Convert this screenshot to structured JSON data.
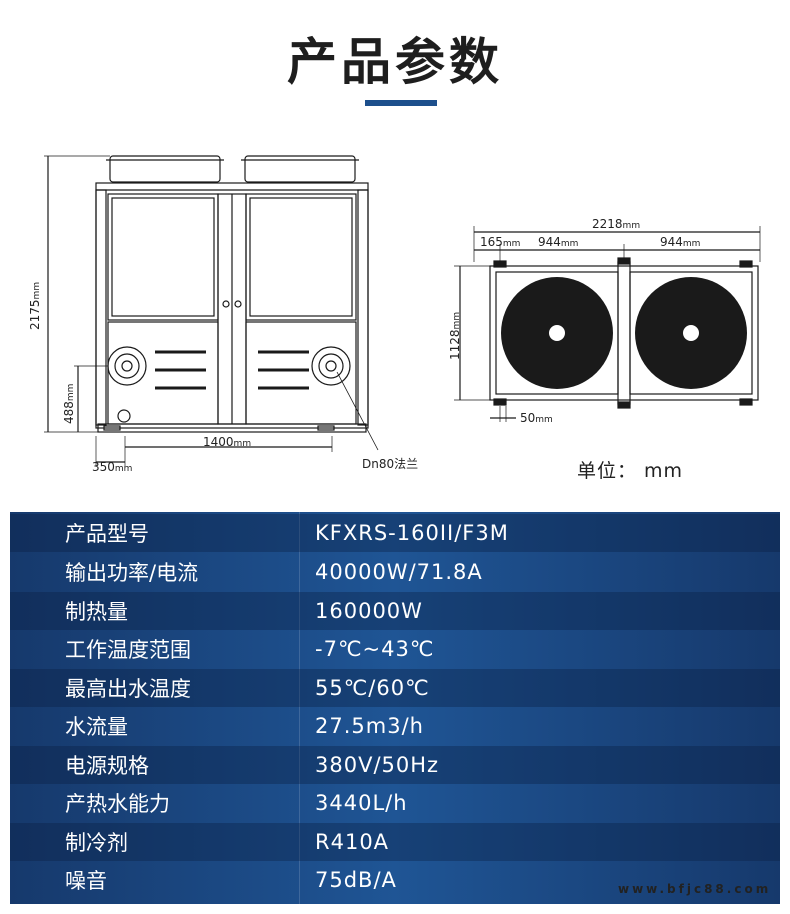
{
  "title": "产品参数",
  "dimensions": {
    "front_height": "2175",
    "front_bottom_height": "488",
    "front_width_inner": "1400",
    "front_offset": "350",
    "flange": "Dn80法兰",
    "top_total_width": "2218",
    "top_offset": "165",
    "top_fan_width_1": "944",
    "top_fan_width_2": "944",
    "top_depth": "1128",
    "top_foot": "50",
    "unit_suffix": "mm"
  },
  "unit_label": "单位： mm",
  "specs": [
    {
      "label": "产品型号",
      "value": "KFXRS-160II/F3M"
    },
    {
      "label": "输出功率/电流",
      "value": "40000W/71.8A"
    },
    {
      "label": "制热量",
      "value": "160000W"
    },
    {
      "label": "工作温度范围",
      "value": "-7℃~43℃"
    },
    {
      "label": "最高出水温度",
      "value": "55℃/60℃"
    },
    {
      "label": "水流量",
      "value": "27.5m3/h"
    },
    {
      "label": "电源规格",
      "value": "380V/50Hz"
    },
    {
      "label": "产热水能力",
      "value": "3440L/h"
    },
    {
      "label": "制冷剂",
      "value": "R410A"
    },
    {
      "label": "噪音",
      "value": "75dB/A"
    }
  ],
  "watermark": "www.bfjc88.com",
  "colors": {
    "table_blue": "#1f5595",
    "title_bar": "#1d4f8c"
  }
}
